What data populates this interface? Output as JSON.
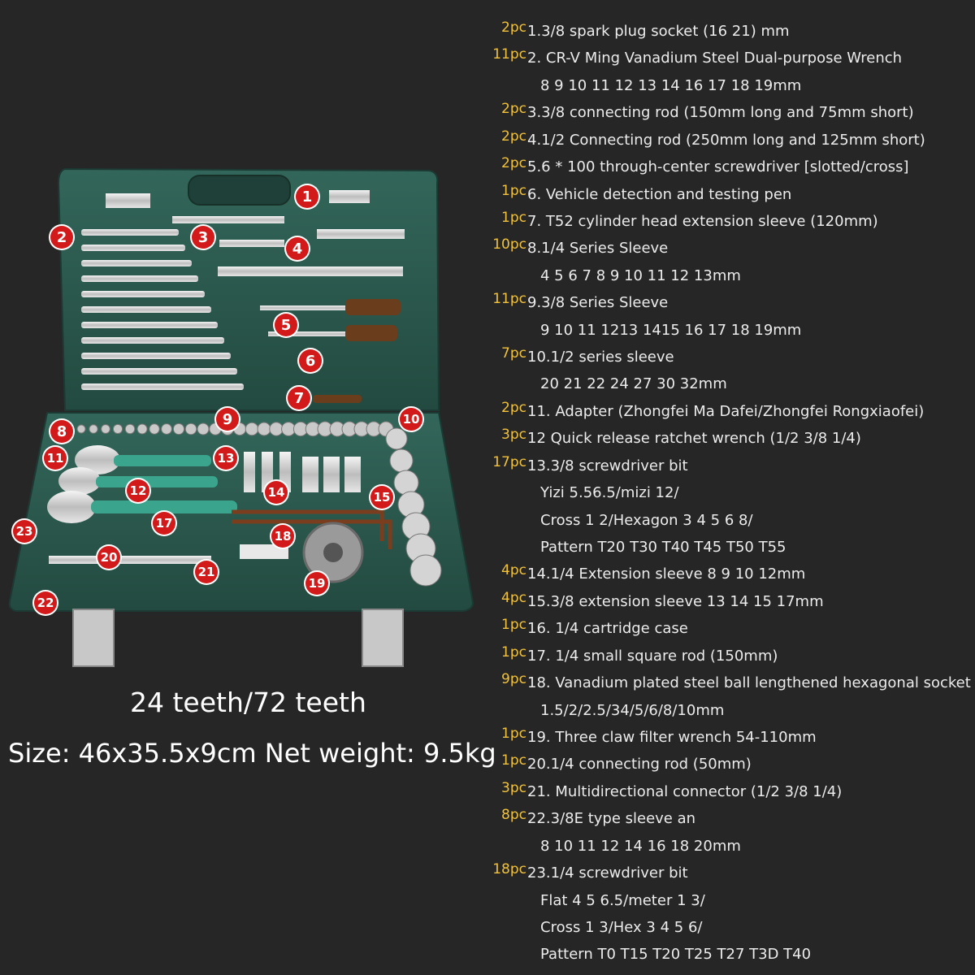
{
  "colors": {
    "background": "#262626",
    "case_green": "#2b5a4d",
    "callout_red": "#d21a1a",
    "qty_yellow": "#f2c23a",
    "text": "#ececec"
  },
  "callouts": [
    "1",
    "2",
    "3",
    "4",
    "5",
    "6",
    "7",
    "8",
    "9",
    "10",
    "11",
    "12",
    "13",
    "14",
    "15",
    "17",
    "18",
    "19",
    "20",
    "21",
    "22",
    "23"
  ],
  "captions": {
    "teeth": "24 teeth/72 teeth",
    "size": "Size: 46x35.5x9cm Net weight: 9.5kg"
  },
  "parts": [
    {
      "qty": "2pc",
      "desc": "1.3/8 spark plug socket (16 21) mm"
    },
    {
      "qty": "11pc",
      "desc": "2. CR-V Ming Vanadium Steel Dual-purpose Wrench"
    },
    {
      "qty": "",
      "desc": "8 9 10 11 12 13 14 16 17 18 19mm"
    },
    {
      "qty": "2pc",
      "desc": "3.3/8 connecting rod (150mm long and 75mm short)"
    },
    {
      "qty": "2pc",
      "desc": "4.1/2 Connecting rod (250mm long and 125mm short)"
    },
    {
      "qty": "2pc",
      "desc": "5.6 * 100 through-center screwdriver [slotted/cross]"
    },
    {
      "qty": "1pc",
      "desc": "6. Vehicle detection and testing pen"
    },
    {
      "qty": "1pc",
      "desc": "7. T52 cylinder head extension sleeve (120mm)"
    },
    {
      "qty": "10pc",
      "desc": "8.1/4 Series Sleeve"
    },
    {
      "qty": "",
      "desc": "4 5 6 7 8 9 10 11 12 13mm"
    },
    {
      "qty": "11pc",
      "desc": "9.3/8 Series Sleeve"
    },
    {
      "qty": "",
      "desc": "9 10 11 1213 1415 16 17 18 19mm"
    },
    {
      "qty": "7pc",
      "desc": "10.1/2 series sleeve"
    },
    {
      "qty": "",
      "desc": "20 21 22 24 27 30 32mm"
    },
    {
      "qty": "2pc",
      "desc": "11. Adapter (Zhongfei Ma Dafei/Zhongfei Rongxiaofei)"
    },
    {
      "qty": "3pc",
      "desc": "12 Quick release ratchet wrench (1/2 3/8 1/4)"
    },
    {
      "qty": "17pc",
      "desc": "13.3/8 screwdriver bit"
    },
    {
      "qty": "",
      "desc": "Yizi 5.56.5/mizi 12/"
    },
    {
      "qty": "",
      "desc": "Cross 1 2/Hexagon 3 4 5 6 8/"
    },
    {
      "qty": "",
      "desc": "Pattern T20 T30 T40 T45 T50 T55"
    },
    {
      "qty": "4pc",
      "desc": "14.1/4 Extension sleeve 8 9 10 12mm"
    },
    {
      "qty": "4pc",
      "desc": "15.3/8 extension sleeve 13 14 15 17mm"
    },
    {
      "qty": "1pc",
      "desc": "16. 1/4 cartridge case"
    },
    {
      "qty": "1pc",
      "desc": "17. 1/4 small square rod (150mm)"
    },
    {
      "qty": "9pc",
      "desc": "18. Vanadium plated steel ball lengthened hexagonal socket"
    },
    {
      "qty": "",
      "desc": "1.5/2/2.5/34/5/6/8/10mm"
    },
    {
      "qty": "1pc",
      "desc": "19. Three claw filter wrench 54-110mm"
    },
    {
      "qty": "1pc",
      "desc": "20.1/4 connecting rod (50mm)"
    },
    {
      "qty": "3pc",
      "desc": "21. Multidirectional connector (1/2 3/8 1/4)"
    },
    {
      "qty": "8pc",
      "desc": "22.3/8E type sleeve an"
    },
    {
      "qty": "",
      "desc": "8 10 11 12 14 16 18 20mm"
    },
    {
      "qty": "18pc",
      "desc": "23.1/4 screwdriver bit"
    },
    {
      "qty": "",
      "desc": "Flat 4 5 6.5/meter 1 3/"
    },
    {
      "qty": "",
      "desc": "Cross 1 3/Hex 3 4 5 6/"
    },
    {
      "qty": "",
      "desc": "Pattern T0 T15 T20 T25 T27 T3D T40"
    }
  ]
}
